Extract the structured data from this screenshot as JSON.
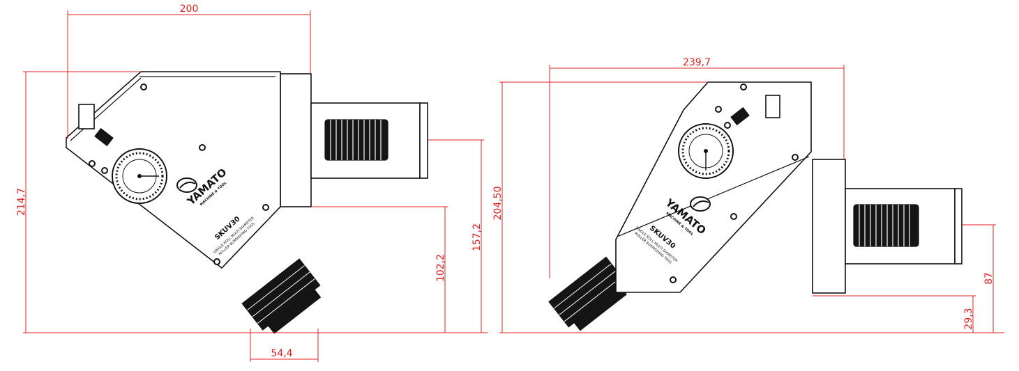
{
  "dimensions": {
    "left": {
      "top_width": "200",
      "total_height": "214,7",
      "shank_height": "157,2",
      "body_height": "102,2",
      "roller_width": "54,4"
    },
    "right": {
      "top_width": "239,7",
      "total_height": "204,50",
      "shank_height": "87",
      "body_height": "29,3"
    }
  },
  "labels": {
    "brand": "YAMATO",
    "brand_sub": "MACHINE & TOOL",
    "model": "SKUV30",
    "desc_line1": "SINGLE ROLL MULTI DIAMETER",
    "desc_line2": "ROLLER BURNISHING TOOL"
  },
  "colors": {
    "dimension": "#e02020",
    "drawing": "#111111",
    "background": "#ffffff"
  }
}
